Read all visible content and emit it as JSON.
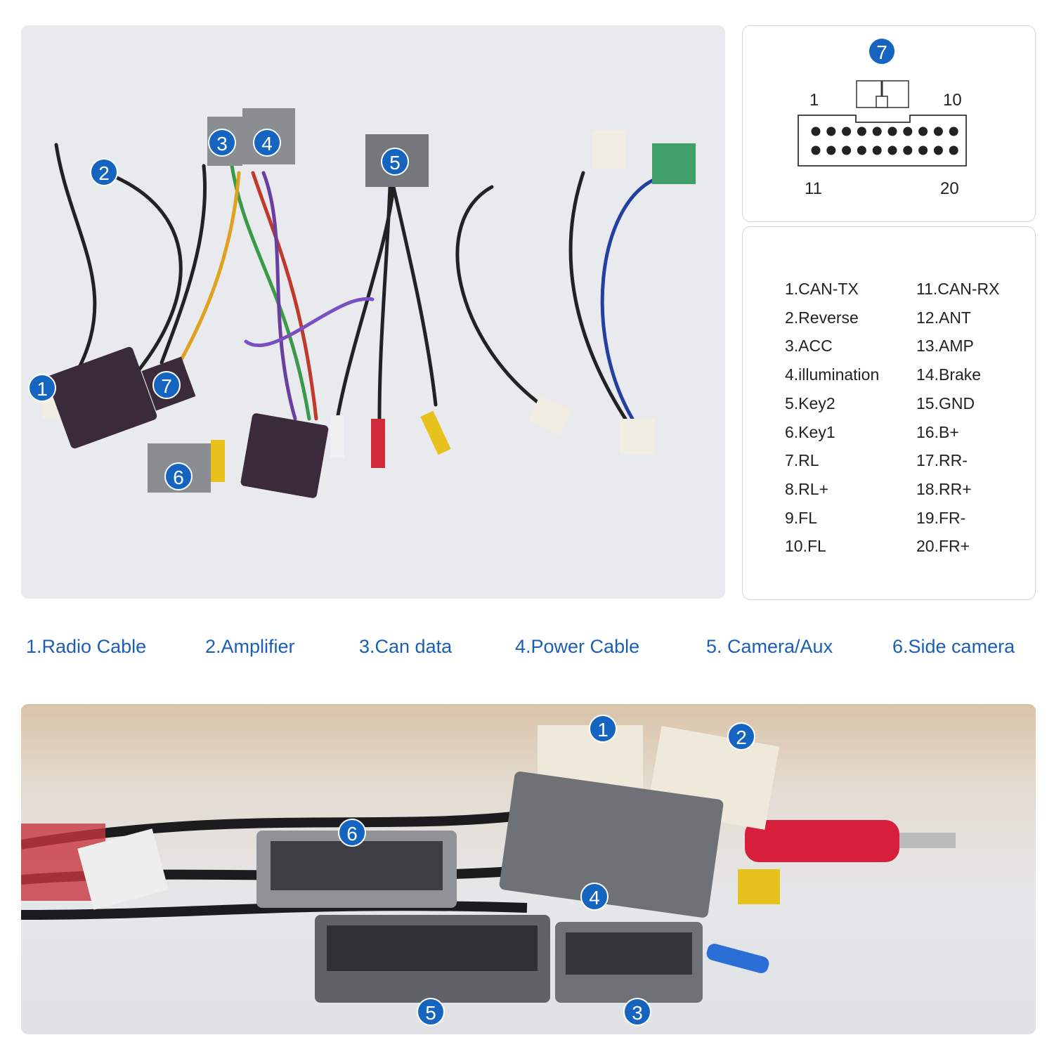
{
  "badge_color": "#1565c0",
  "label_color": "#1a5fb4",
  "top_photo": {
    "badges": [
      "1",
      "2",
      "3",
      "4",
      "5",
      "6",
      "7"
    ]
  },
  "pinout": {
    "connector_badge": "7",
    "pin_labels": {
      "top_left": "1",
      "top_right": "10",
      "bottom_left": "11",
      "bottom_right": "20"
    }
  },
  "pin_list": {
    "left": [
      "1.CAN-TX",
      "2.Reverse",
      "3.ACC",
      "4.illumination",
      "5.Key2",
      "6.Key1",
      "7.RL",
      "8.RL+",
      "9.FL",
      "10.FL"
    ],
    "right": [
      "11.CAN-RX",
      "12.ANT",
      "13.AMP",
      "14.Brake",
      "15.GND",
      "16.B+",
      "17.RR-",
      "18.RR+",
      "19.FR-",
      "20.FR+"
    ]
  },
  "cable_labels": [
    "1.Radio Cable",
    "2.Amplifier",
    "3.Can data",
    "4.Power Cable",
    "5. Camera/Aux",
    "6.Side camera"
  ],
  "bottom_photo": {
    "badges": [
      "1",
      "2",
      "6",
      "4",
      "5",
      "3"
    ]
  }
}
